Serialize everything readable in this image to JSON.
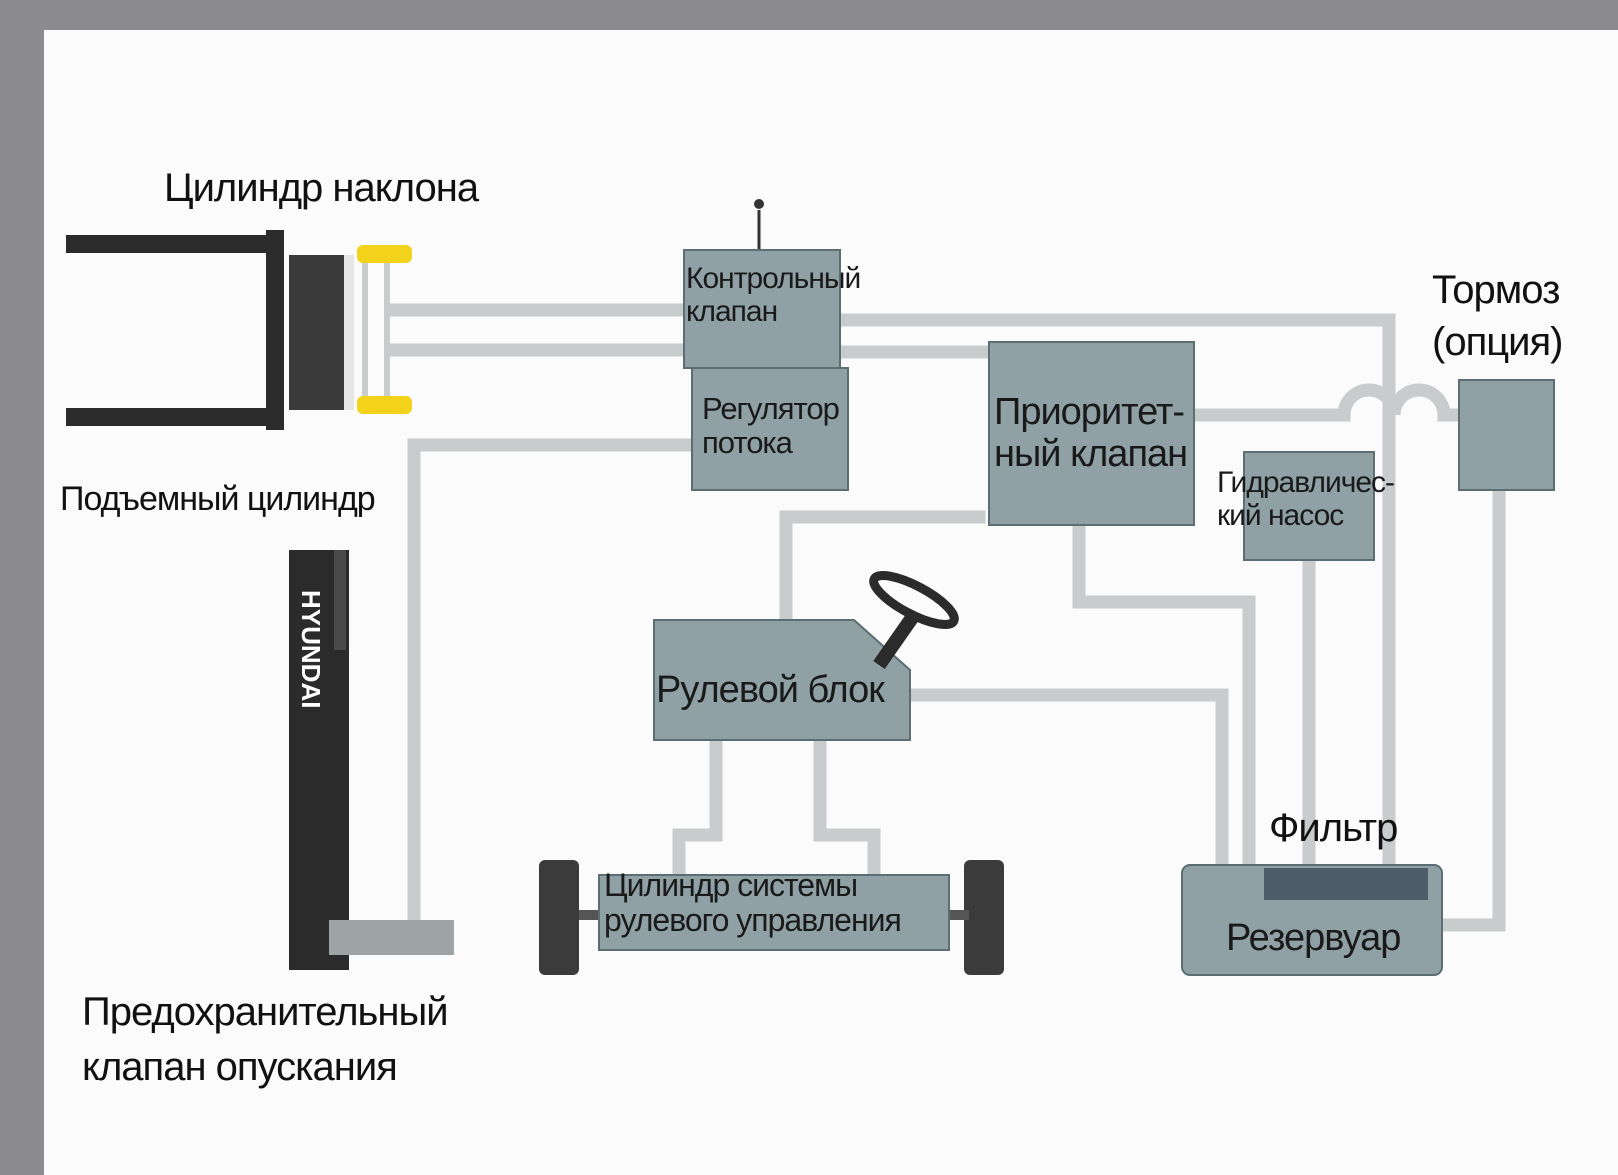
{
  "labels": {
    "tilt_cylinder": "Цилиндр наклона",
    "lift_cylinder": "Подъемный цилиндр",
    "safety_valve_line1": "Предохранительный",
    "safety_valve_line2": "клапан опускания",
    "control_valve_line1": "Контрольный",
    "control_valve_line2": "клапан",
    "flow_regulator_line1": "Регулятор",
    "flow_regulator_line2": "потока",
    "priority_valve_line1": "Приоритет-",
    "priority_valve_line2": "ный клапан",
    "hydraulic_pump_line1": "Гидравличес-",
    "hydraulic_pump_line2": "кий насос",
    "brake_line1": "Тормоз",
    "brake_line2": "(опция)",
    "steering_unit": "Рулевой блок",
    "steering_cylinder_line1": "Цилиндр системы",
    "steering_cylinder_line2": "рулевого управления",
    "filter": "Фильтр",
    "reservoir": "Резервуар",
    "mast_brand": "HYUNDAI"
  },
  "colors": {
    "frame": "#8c8c90",
    "background": "#fbfbfb",
    "component_fill": "#8fa1a5",
    "component_stroke": "#5c6e72",
    "pipe": "#c9cccd",
    "dark_part": "#2b2b2b",
    "yellow_part": "#f2d21a"
  }
}
